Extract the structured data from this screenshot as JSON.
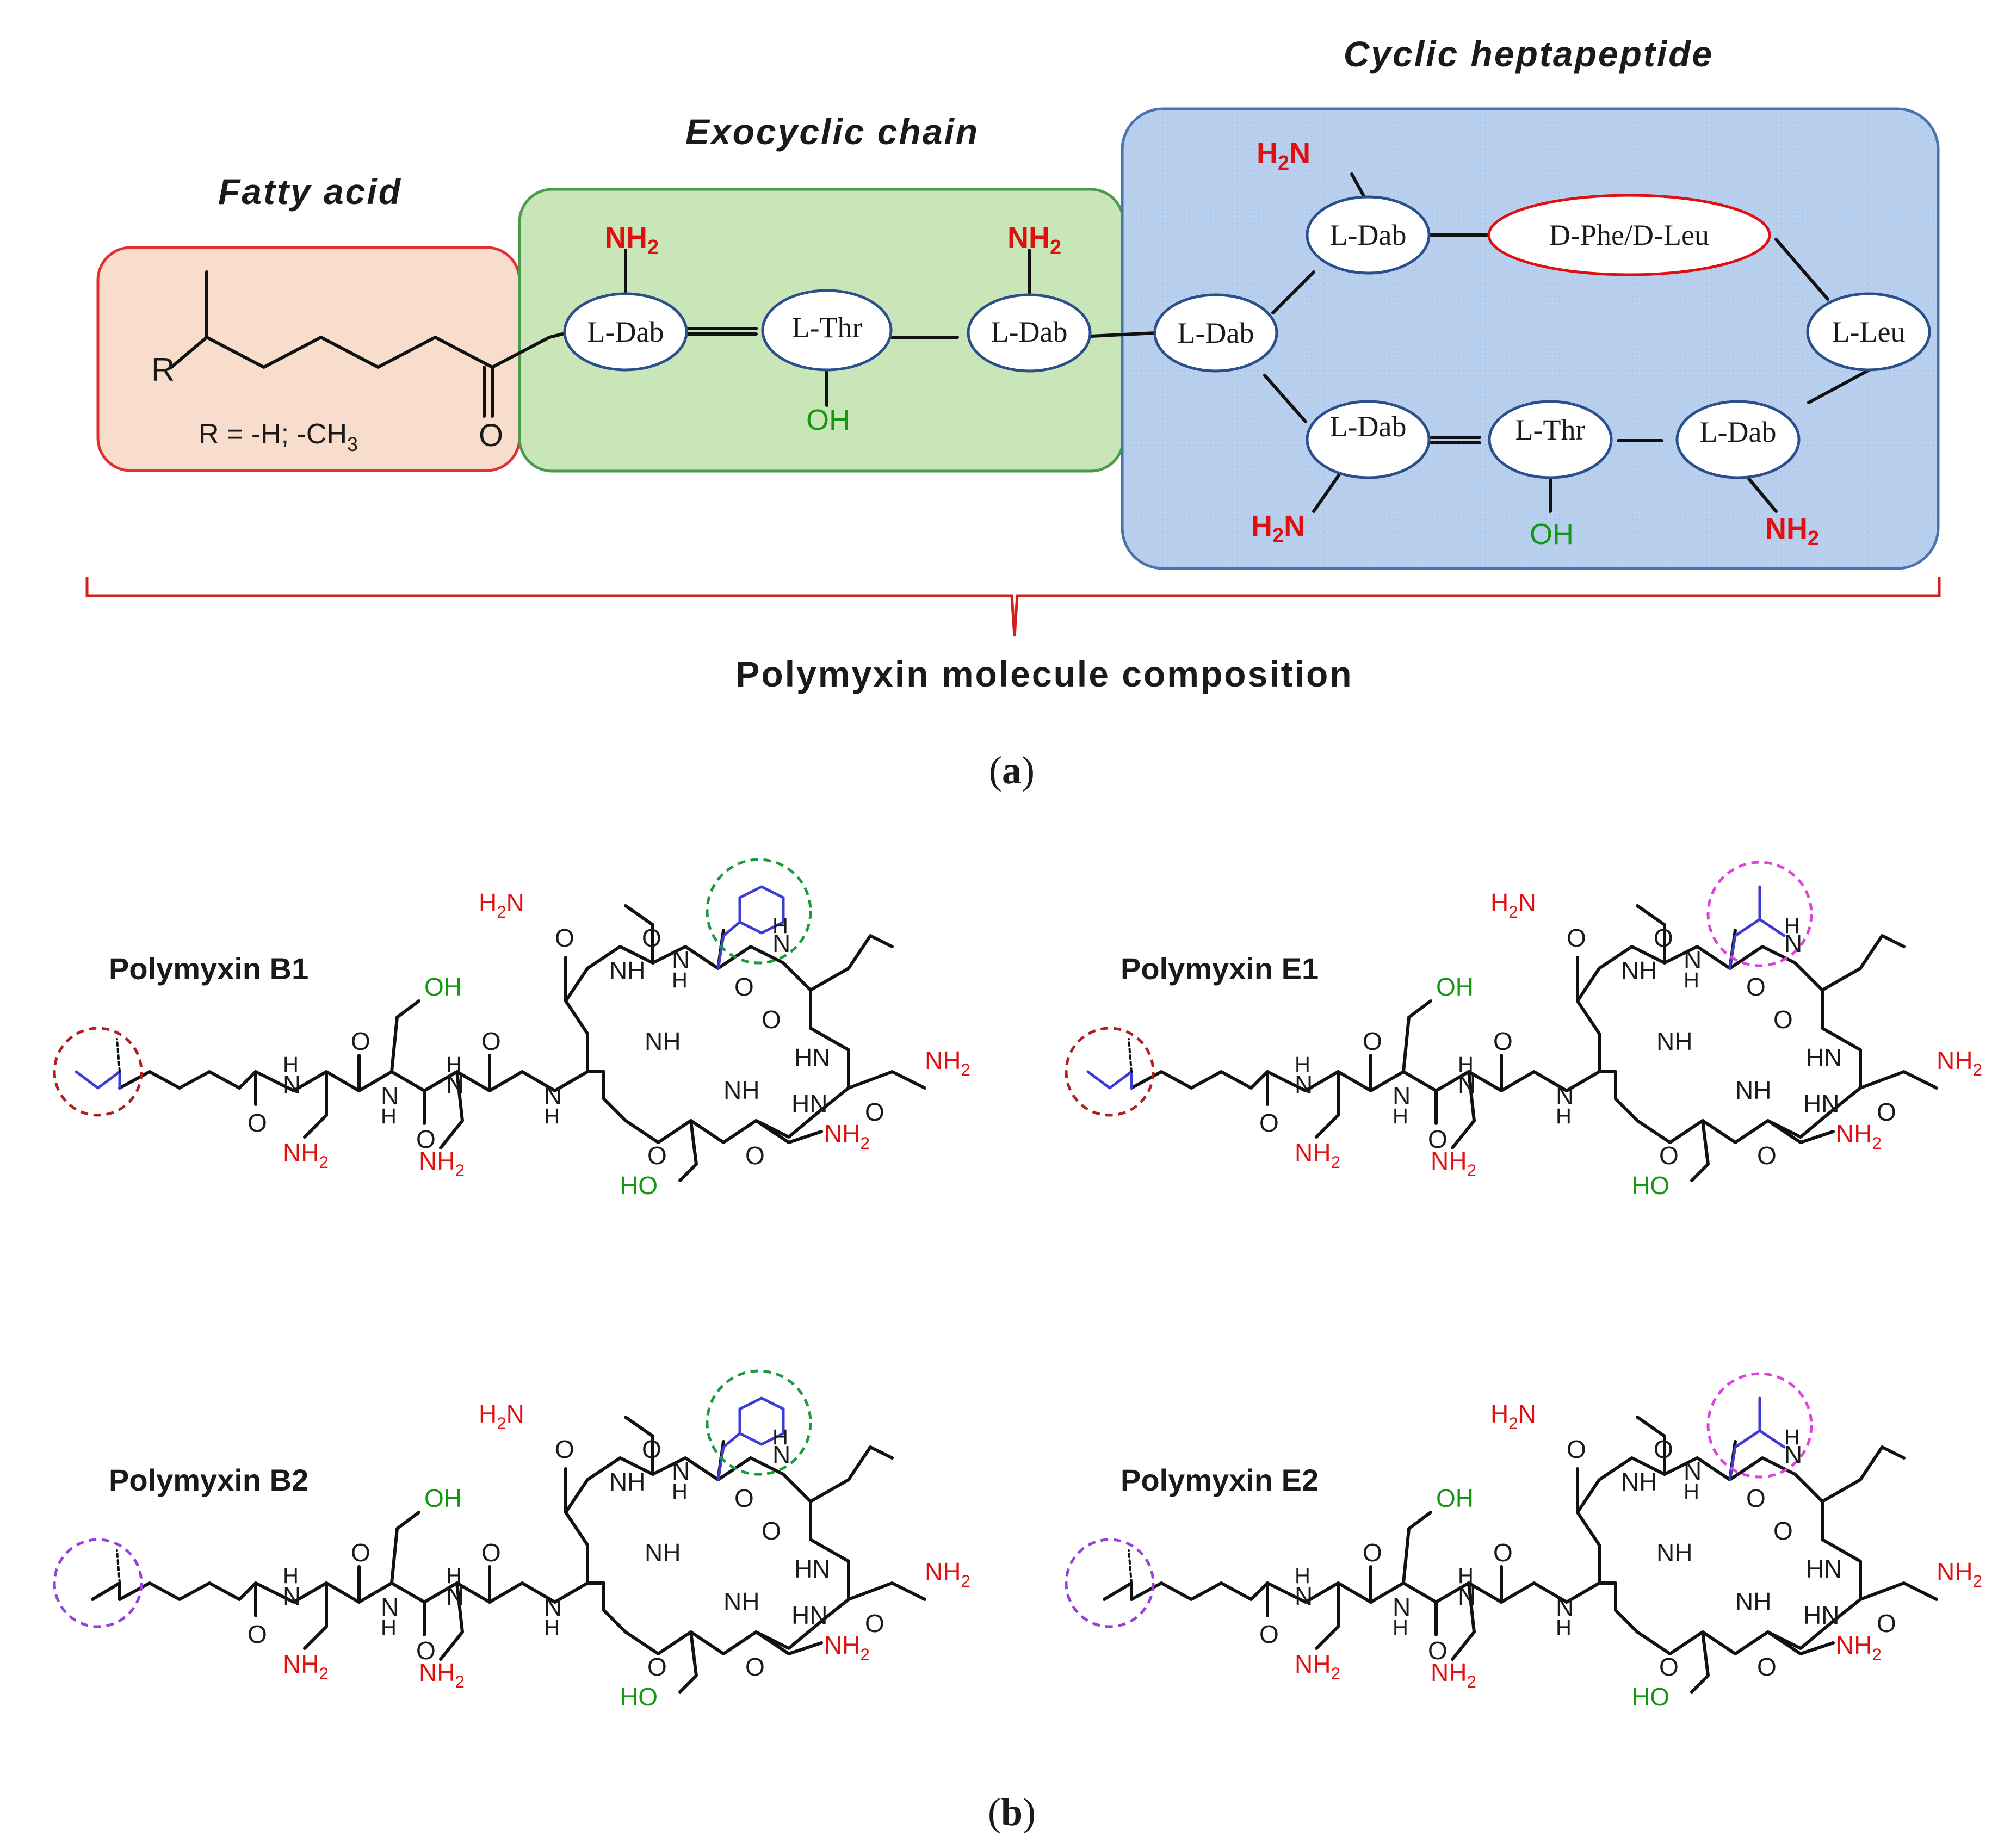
{
  "panel_a": {
    "regions": {
      "fatty_acid": "Fatty acid",
      "exocyclic": "Exocyclic chain",
      "cyclic": "Cyclic heptapeptide"
    },
    "r_label": "R",
    "r_definition": "R = -H; -CH",
    "r_definition_sub": "3",
    "carbonyl_o": "O",
    "nodes": {
      "dab": "L-Dab",
      "thr": "L-Thr",
      "leu": "L-Leu",
      "phe_leu": "D-Phe/D-Leu"
    },
    "groups": {
      "nh2": "NH",
      "h2n": "H",
      "two": "2",
      "n_after": "N",
      "oh": "OH"
    },
    "composition_label": "Polymyxin molecule composition",
    "panel_label": "a"
  },
  "panel_b": {
    "panel_label": "b",
    "structures": [
      {
        "name": "Polymyxin B1",
        "variant": "phe",
        "tail": "ethyl"
      },
      {
        "name": "Polymyxin E1",
        "variant": "leu",
        "tail": "ethyl"
      },
      {
        "name": "Polymyxin B2",
        "variant": "phe",
        "tail": "methyl"
      },
      {
        "name": "Polymyxin E2",
        "variant": "leu",
        "tail": "methyl"
      }
    ],
    "atoms": {
      "O": "O",
      "N": "N",
      "H": "H",
      "NH": "NH",
      "HN": "HN",
      "OH": "OH",
      "HO": "HO",
      "NH2": "NH",
      "H2N": "H",
      "sub2": "2"
    }
  },
  "colors": {
    "fatty_box_fill": "#f8dccc",
    "fatty_box_stroke": "#e03030",
    "exo_box_fill": "#c8e6b8",
    "exo_box_stroke": "#4a9a4a",
    "cyc_box_fill": "#b8d0ee",
    "cyc_box_stroke": "#4a74b0",
    "node_stroke": "#2a4f8c",
    "amine_red": "#e01010",
    "hydroxyl_green": "#149814",
    "highlight_blue": "#3b3bd6",
    "circle_red": "#b02020",
    "circle_green": "#1a9a3a",
    "circle_magenta": "#e040e0",
    "circle_purple": "#9a40d8",
    "bracket_red": "#d02020"
  }
}
